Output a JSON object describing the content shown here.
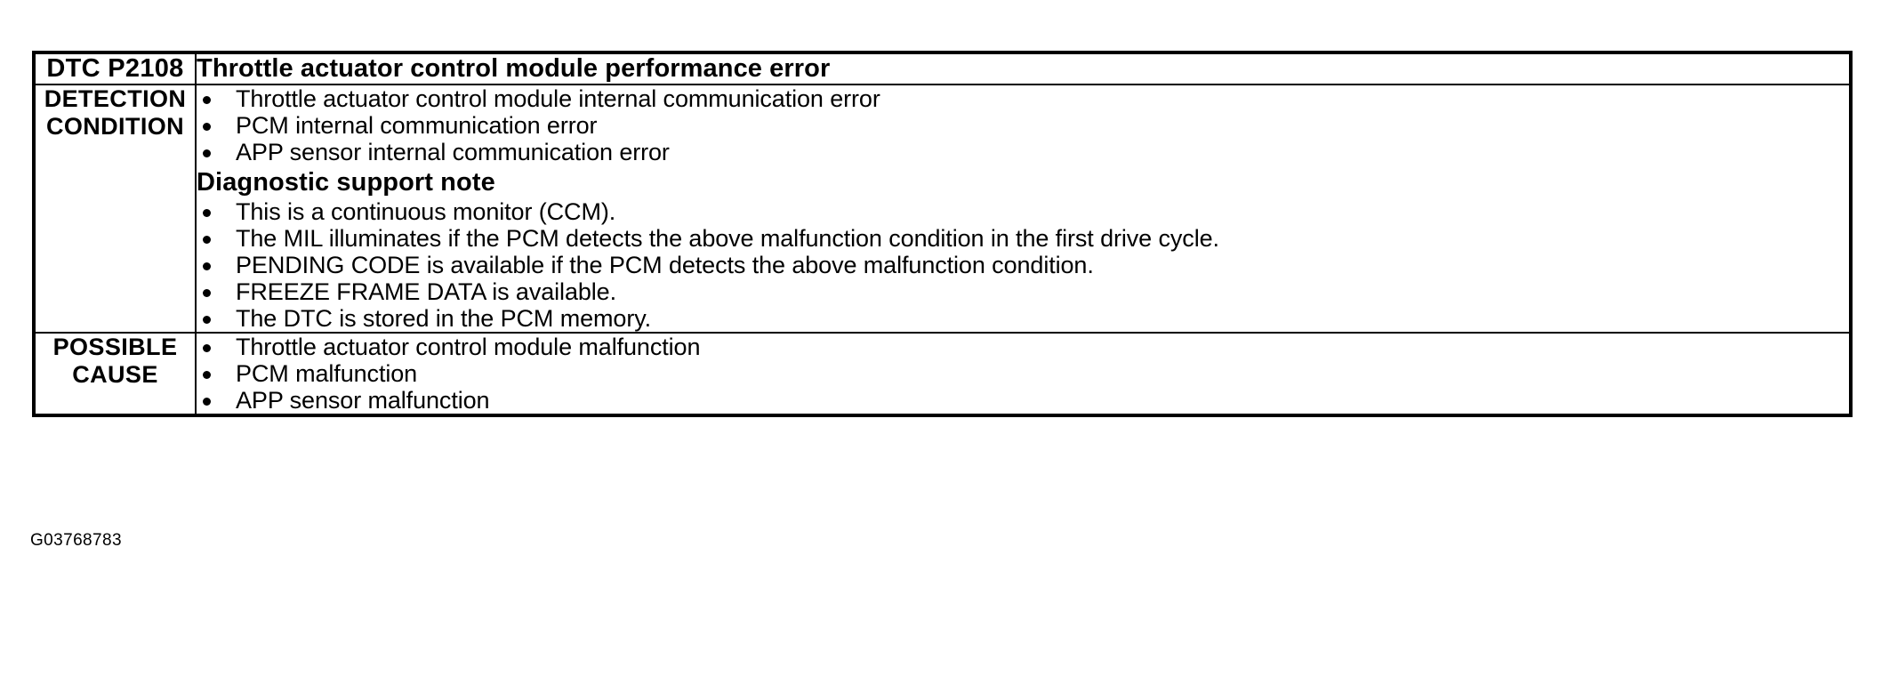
{
  "document": {
    "figure_code": "G03768783"
  },
  "table": {
    "header": {
      "code_label": "DTC P2108",
      "description": "Throttle actuator control module performance error"
    },
    "rows": [
      {
        "label_lines": [
          "DETECTION",
          "CONDITION"
        ],
        "bullets_primary": [
          "Throttle actuator control module internal communication error",
          "PCM internal communication error",
          "APP sensor internal communication error"
        ],
        "sub_heading": "Diagnostic support note",
        "bullets_secondary": [
          "This is a continuous monitor (CCM).",
          "The MIL illuminates if the PCM detects the above malfunction condition in the first drive cycle.",
          "PENDING CODE is available if the PCM detects the above malfunction condition.",
          "FREEZE FRAME DATA is available.",
          "The DTC is stored in the PCM memory."
        ]
      },
      {
        "label_lines": [
          "POSSIBLE",
          "CAUSE"
        ],
        "bullets_primary": [
          "Throttle actuator control module malfunction",
          "PCM malfunction",
          "APP sensor malfunction"
        ]
      }
    ]
  },
  "colors": {
    "ink": "#000000",
    "paper": "#ffffff"
  }
}
